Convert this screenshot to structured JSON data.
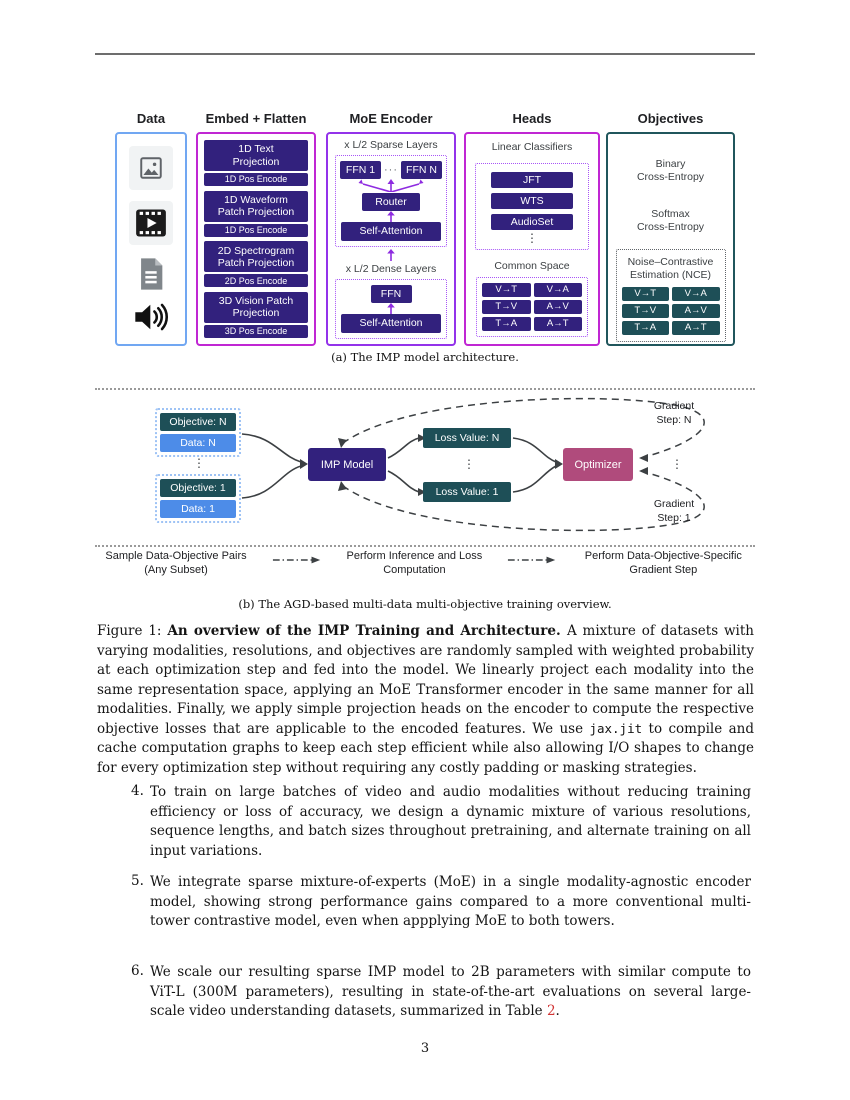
{
  "colors": {
    "indigo_box": "#32217D",
    "teal_box": "#1E4F57",
    "blue_box": "#4D8CE8",
    "pink_box": "#B04B7C",
    "magenta_border": "#C026D3",
    "purple_border": "#9333EA",
    "blue_border": "#71A7F2",
    "teal_border": "#20565C",
    "arrow_purple": "#8E2BE0",
    "link_red": "#D13434"
  },
  "figure_a": {
    "titles": {
      "data": "Data",
      "embed": "Embed + Flatten",
      "moe": "MoE Encoder",
      "heads": "Heads",
      "objectives": "Objectives"
    },
    "data_icons": [
      "image-icon",
      "video-icon",
      "document-icon",
      "speaker-icon"
    ],
    "embed_groups": [
      {
        "main": "1D Text\nProjection",
        "pos": "1D Pos Encode"
      },
      {
        "main": "1D Waveform\nPatch Projection",
        "pos": "1D Pos Encode"
      },
      {
        "main": "2D Spectrogram\nPatch Projection",
        "pos": "2D Pos Encode"
      },
      {
        "main": "3D Vision Patch\nProjection",
        "pos": "3D Pos Encode"
      }
    ],
    "moe": {
      "sparse_label": "x L/2 Sparse Layers",
      "ffn_1": "FFN 1",
      "ffn_dots": "···",
      "ffn_n": "FFN N",
      "router": "Router",
      "self_attention_sparse": "Self-Attention",
      "dense_label": "x L/2 Dense Layers",
      "ffn": "FFN",
      "self_attention_dense": "Self-Attention"
    },
    "heads": {
      "linear_label": "Linear Classifiers",
      "classifiers": [
        "JFT",
        "WTS",
        "AudioSet"
      ],
      "vdots": "⋮",
      "common_label": "Common Space",
      "pairs": [
        "V→T",
        "V→A",
        "T→V",
        "A→V",
        "T→A",
        "A→T"
      ]
    },
    "objectives": {
      "binary": "Binary\nCross-Entropy",
      "softmax": "Softmax\nCross-Entropy",
      "nce_label": "Noise–Contrastive\nEstimation (NCE)",
      "pairs": [
        "V→T",
        "V→A",
        "T→V",
        "A→V",
        "T→A",
        "A→T"
      ]
    },
    "caption": "(a) The IMP model architecture."
  },
  "figure_b": {
    "objective_n": "Objective: N",
    "data_n": "Data: N",
    "objective_1": "Objective: 1",
    "data_1": "Data: 1",
    "vdots": "⋮",
    "imp_model": "IMP Model",
    "loss_n": "Loss Value: N",
    "loss_1": "Loss Value: 1",
    "optimizer": "Optimizer",
    "gradient_n": "Gradient\nStep: N",
    "gradient_1": "Gradient\nStep: 1",
    "legend": [
      "Sample Data-Objective Pairs\n(Any Subset)",
      "Perform Inference and Loss\nComputation",
      "Perform Data-Objective-Specific\nGradient Step"
    ],
    "caption": "(b) The AGD-based multi-data multi-objective training overview."
  },
  "figure_caption": {
    "label": "Figure 1: ",
    "bold": "An overview of the IMP Training and Architecture. ",
    "body1": "A mixture of datasets with varying modalities, resolutions, and objectives are randomly sampled with weighted probability at each optimization step and fed into the model. We linearly project each modality into the same representation space, applying an MoE Transformer encoder in the same manner for all modalities. Finally, we apply simple projection heads on the encoder to compute the respective objective losses that are applicable to the encoded features. We use ",
    "code": "jax.jit",
    "body2": " to compile and cache computation graphs to keep each step efficient while also allowing I/O shapes to change for every optimization step without requiring any costly padding or masking strategies."
  },
  "list_items": [
    {
      "number": "4.",
      "text": "To train on large batches of video and audio modalities without reducing training efficiency or loss of accuracy, we design a dynamic mixture of various resolutions, sequence lengths, and batch sizes throughout pretraining, and alternate training on all input variations."
    },
    {
      "number": "5.",
      "text": "We integrate sparse mixture-of-experts (MoE) in a single modality-agnostic encoder model, showing strong performance gains compared to a more conventional multi-tower contrastive model, even when appplying MoE to both towers."
    },
    {
      "number": "6.",
      "text": "We scale our resulting sparse IMP model to 2B parameters with similar compute to ViT-L (300M parameters), resulting in state-of-the-art evaluations on several large-scale video understanding datasets, summarized in Table ",
      "link": "2",
      "suffix": "."
    }
  ],
  "page_number": "3"
}
